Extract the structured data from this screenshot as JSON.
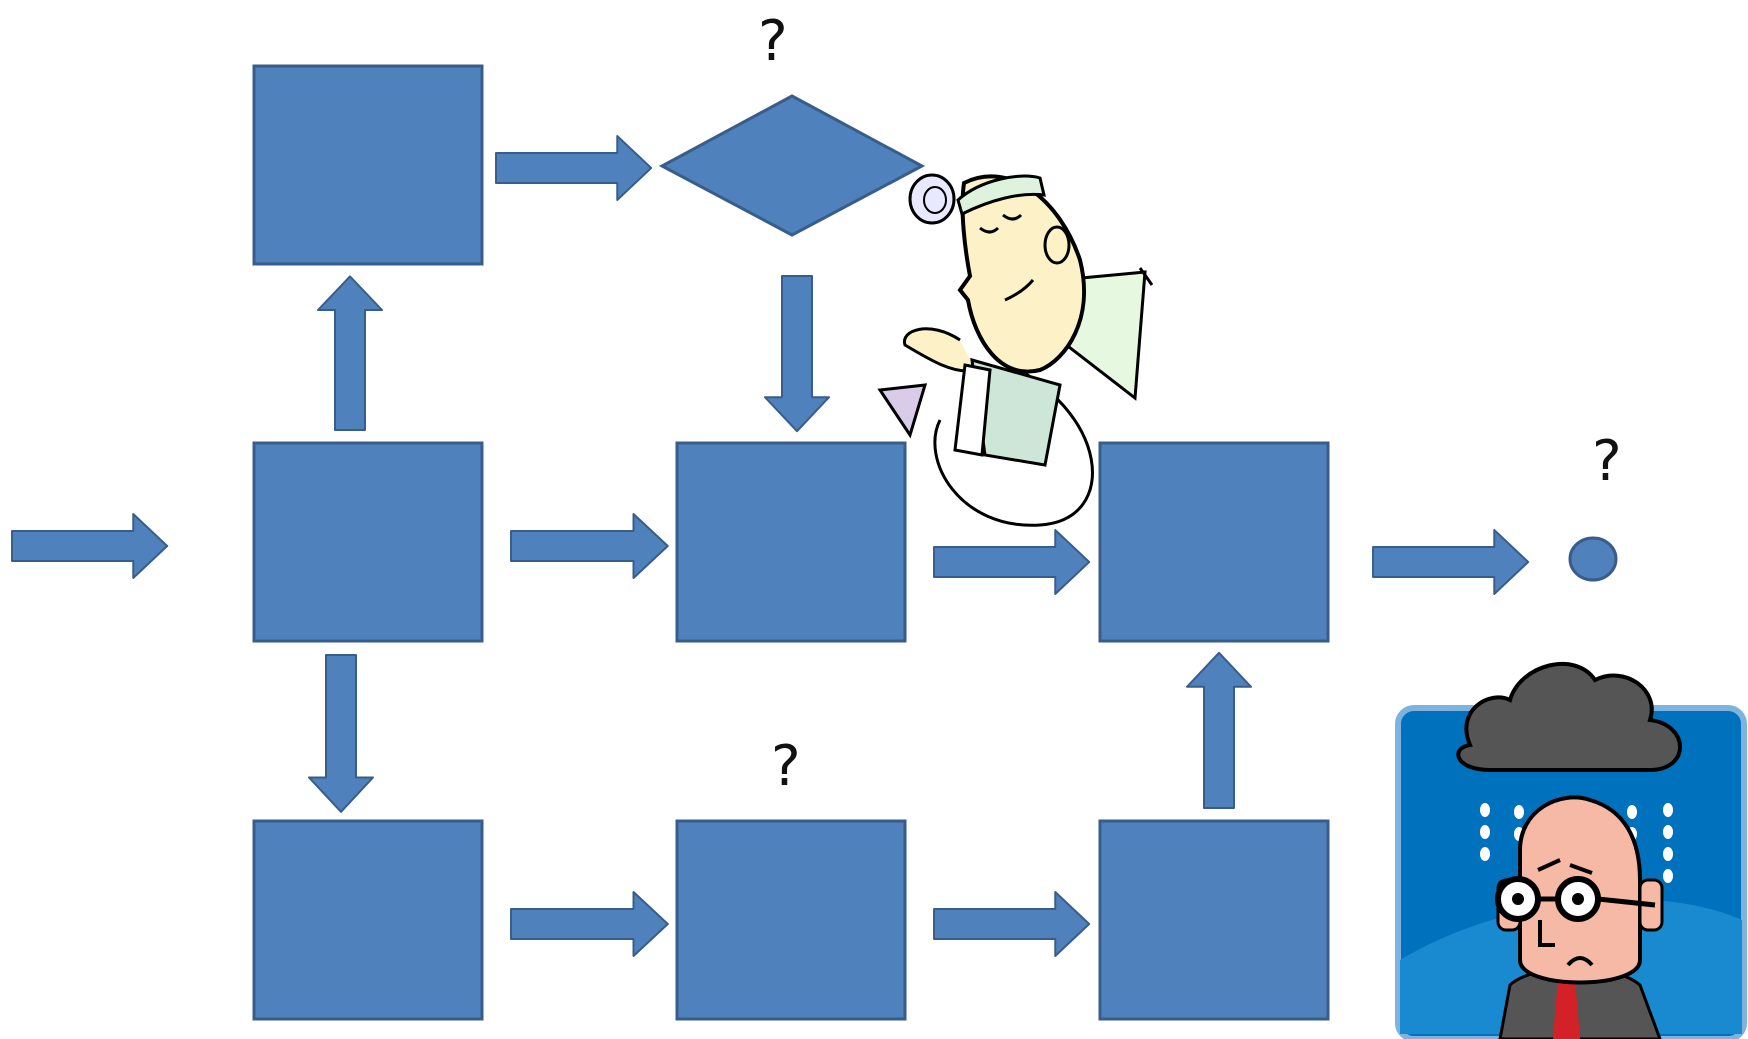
{
  "colors": {
    "box_fill": "#4F81BD",
    "box_stroke": "#385D8A",
    "background": "#FFFFFF",
    "question_mark": "#111111"
  },
  "diagram": {
    "question_marks": [
      "?",
      "?",
      "?"
    ],
    "nodes": [
      {
        "id": "top-left-box",
        "shape": "rectangle"
      },
      {
        "id": "decision-diamond",
        "shape": "diamond"
      },
      {
        "id": "mid-left-box",
        "shape": "rectangle"
      },
      {
        "id": "mid-center-box",
        "shape": "rectangle"
      },
      {
        "id": "mid-right-box",
        "shape": "rectangle"
      },
      {
        "id": "end-circle",
        "shape": "circle"
      },
      {
        "id": "bottom-left-box",
        "shape": "rectangle"
      },
      {
        "id": "bottom-center-box",
        "shape": "rectangle"
      },
      {
        "id": "bottom-right-box",
        "shape": "rectangle"
      }
    ],
    "edges": [
      {
        "from": "start",
        "to": "mid-left-box"
      },
      {
        "from": "mid-left-box",
        "to": "top-left-box"
      },
      {
        "from": "top-left-box",
        "to": "decision-diamond"
      },
      {
        "from": "decision-diamond",
        "to": "mid-center-box"
      },
      {
        "from": "mid-left-box",
        "to": "mid-center-box"
      },
      {
        "from": "mid-center-box",
        "to": "mid-right-box"
      },
      {
        "from": "mid-right-box",
        "to": "end-circle"
      },
      {
        "from": "mid-left-box",
        "to": "bottom-left-box"
      },
      {
        "from": "bottom-left-box",
        "to": "bottom-center-box"
      },
      {
        "from": "bottom-center-box",
        "to": "bottom-right-box"
      },
      {
        "from": "bottom-right-box",
        "to": "mid-right-box"
      }
    ]
  },
  "clipart": [
    {
      "name": "doctor-with-stethoscope-illustration"
    },
    {
      "name": "sad-man-under-rain-cloud-illustration"
    }
  ]
}
